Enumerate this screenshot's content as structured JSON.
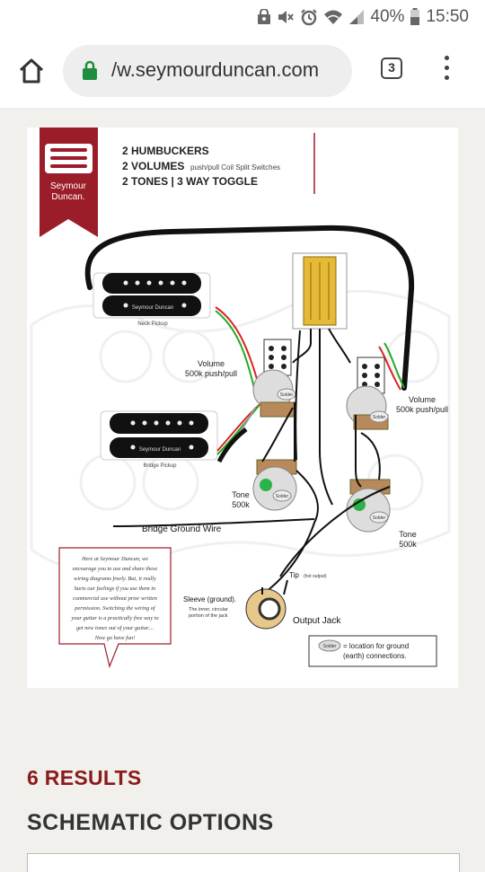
{
  "status_bar": {
    "battery_percent": "40%",
    "time": "15:50",
    "icons": [
      "nfc-icon",
      "mute-icon",
      "alarm-icon",
      "wifi-icon",
      "signal-icon",
      "battery-icon"
    ]
  },
  "browser": {
    "url": "/w.seymourduncan.com",
    "tab_count": "3"
  },
  "diagram": {
    "brand_line1": "Seymour",
    "brand_line2": "Duncan.",
    "header_line1": "2 HUMBUCKERS",
    "header_line2_bold": "2 VOLUMES",
    "header_line2_small": "push/pull Coil Split Switches",
    "header_line3": "2 TONES | 3 WAY TOGGLE",
    "neck_pickup_brand": "Seymour Duncan",
    "neck_pickup_label": "Neck Pickup",
    "bridge_pickup_brand": "Seymour Duncan",
    "bridge_pickup_label": "Bridge Pickup",
    "volume_left_l1": "Volume",
    "volume_left_l2": "500k push/pull",
    "volume_right_l1": "Volume",
    "volume_right_l2": "500k push/pull",
    "tone_left_l1": "Tone",
    "tone_left_l2": "500k",
    "tone_right_l1": "Tone",
    "tone_right_l2": "500k",
    "solder_label": "Solder",
    "bridge_ground_wire": "Bridge Ground Wire",
    "tip_label": "Tip",
    "tip_note": "(hot output)",
    "sleeve_label": "Sleeve (ground).",
    "sleeve_note_l1": "The inner, circular",
    "sleeve_note_l2": "portion of the jack",
    "output_jack": "Output Jack",
    "legend_l1": "= location for ground",
    "legend_l2": "(earth) connections.",
    "note_lines": [
      "Here at Seymour Duncan, we",
      "encourage you to use and share these",
      "wiring diagrams freely. But, it really",
      "hurts our feelings if you use them in",
      "commercial use without prior written",
      "permission. Switching the wiring of",
      "your guitar is a practically free way to",
      "get new tones out of your guitar....",
      "Now go have fun!"
    ]
  },
  "results": {
    "count_label": "6 RESULTS",
    "heading": "SCHEMATIC OPTIONS"
  },
  "colors": {
    "brand_red": "#9c1d2a",
    "results_red": "#8b1a1a",
    "lock_green": "#1e8e3e"
  }
}
